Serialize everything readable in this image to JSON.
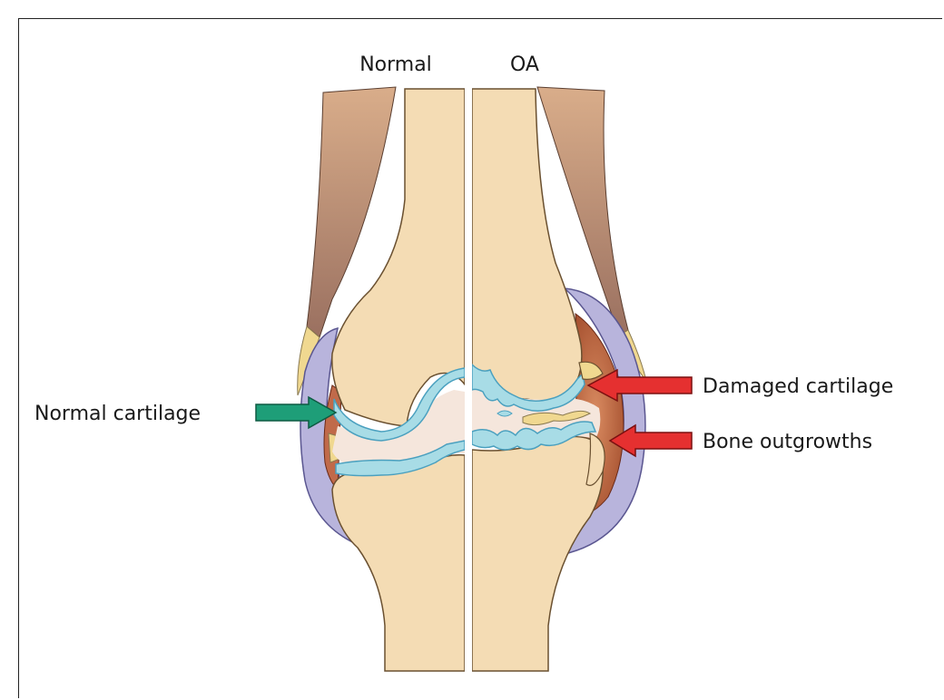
{
  "figure": {
    "headings": {
      "left": "Normal",
      "right": "OA"
    },
    "labels": {
      "normal_cartilage": "Normal cartilage",
      "damaged_cartilage": "Damaged cartilage",
      "bone_outgrowths": "Bone outgrowths"
    },
    "colors": {
      "bone": "#f4dcb4",
      "cartilage": "#a8dce6",
      "cartilage_edge": "#4aa0bf",
      "joint_space": "#f5e6dc",
      "capsule": "#b8b4dc",
      "synovium": "#c06a4a",
      "muscle": "#a0735a",
      "tendon": "#f0d890",
      "arrow_normal": "#1e9e78",
      "arrow_damage": "#e53030"
    },
    "icons": [
      "arrow-right-icon",
      "arrow-left-icon"
    ]
  }
}
